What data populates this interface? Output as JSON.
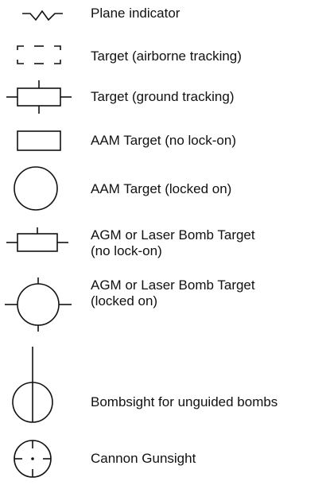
{
  "legend": {
    "items": [
      {
        "symbol": "plane-indicator-icon",
        "label": "Plane indicator"
      },
      {
        "symbol": "airborne-tracking-box-icon",
        "label": "Target (airborne tracking)"
      },
      {
        "symbol": "ground-tracking-box-icon",
        "label": "Target (ground tracking)"
      },
      {
        "symbol": "aam-no-lock-box-icon",
        "label": "AAM Target (no lock-on)"
      },
      {
        "symbol": "aam-locked-circle-icon",
        "label": "AAM Target (locked on)"
      },
      {
        "symbol": "agm-no-lock-box-icon",
        "label_line1": "AGM or Laser Bomb Target",
        "label_line2": "(no lock-on)"
      },
      {
        "symbol": "agm-locked-circle-icon",
        "label_line1": "AGM or Laser Bomb Target",
        "label_line2": "(locked on)"
      },
      {
        "symbol": "bombsight-icon",
        "label": "Bombsight for unguided bombs"
      },
      {
        "symbol": "cannon-gunsight-icon",
        "label": "Cannon Gunsight"
      }
    ]
  },
  "colors": {
    "ink": "#111111",
    "background": "#ffffff"
  }
}
